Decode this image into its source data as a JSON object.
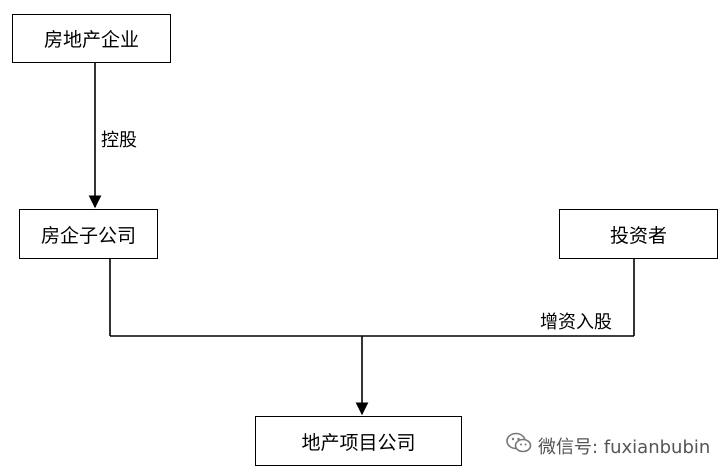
{
  "nodes": {
    "parent": "房地产企业",
    "subsidiary": "房企子公司",
    "investor": "投资者",
    "project": "地产项目公司"
  },
  "edges": {
    "control": "控股",
    "capital_increase": "增资入股"
  },
  "watermark": {
    "icon": "wechat-icon",
    "text": "微信号: fuxianbubin"
  }
}
